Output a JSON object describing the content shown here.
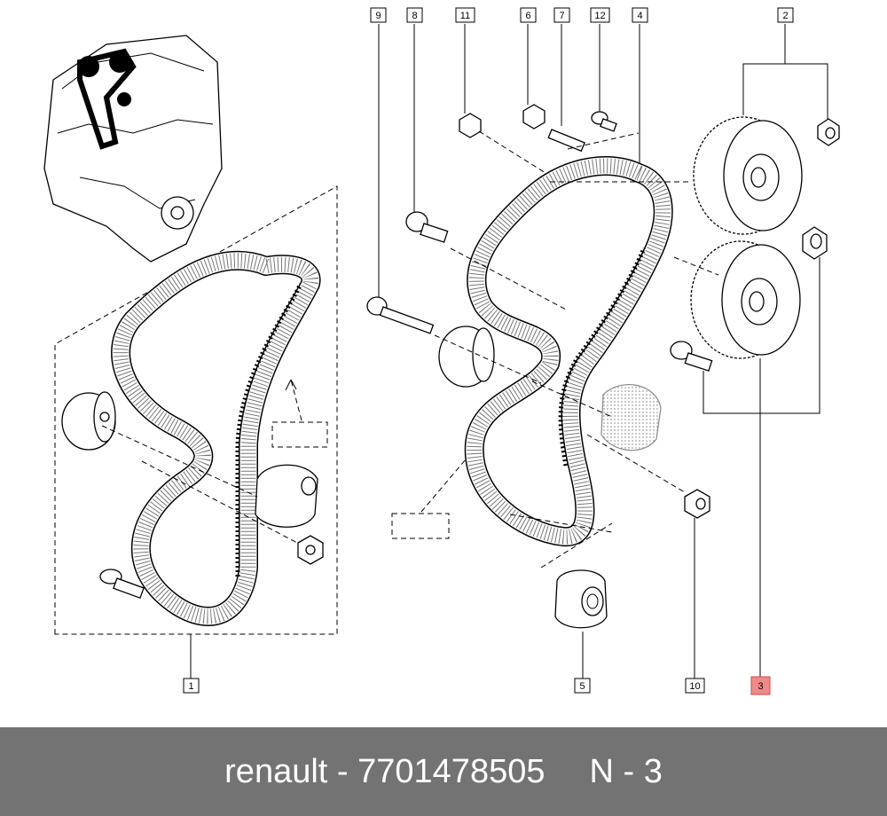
{
  "footer": {
    "brand": "renault",
    "separator": "-",
    "part_number": "7701478505",
    "position": "N - 3"
  },
  "callouts": [
    "1",
    "2",
    "3",
    "4",
    "5",
    "6",
    "7",
    "8",
    "9",
    "10",
    "11",
    "12"
  ],
  "highlighted_callout": "3",
  "colors": {
    "footer_bg": "#737373",
    "highlight_fill": "#f08a8a",
    "highlight_stroke": "#d04848"
  }
}
